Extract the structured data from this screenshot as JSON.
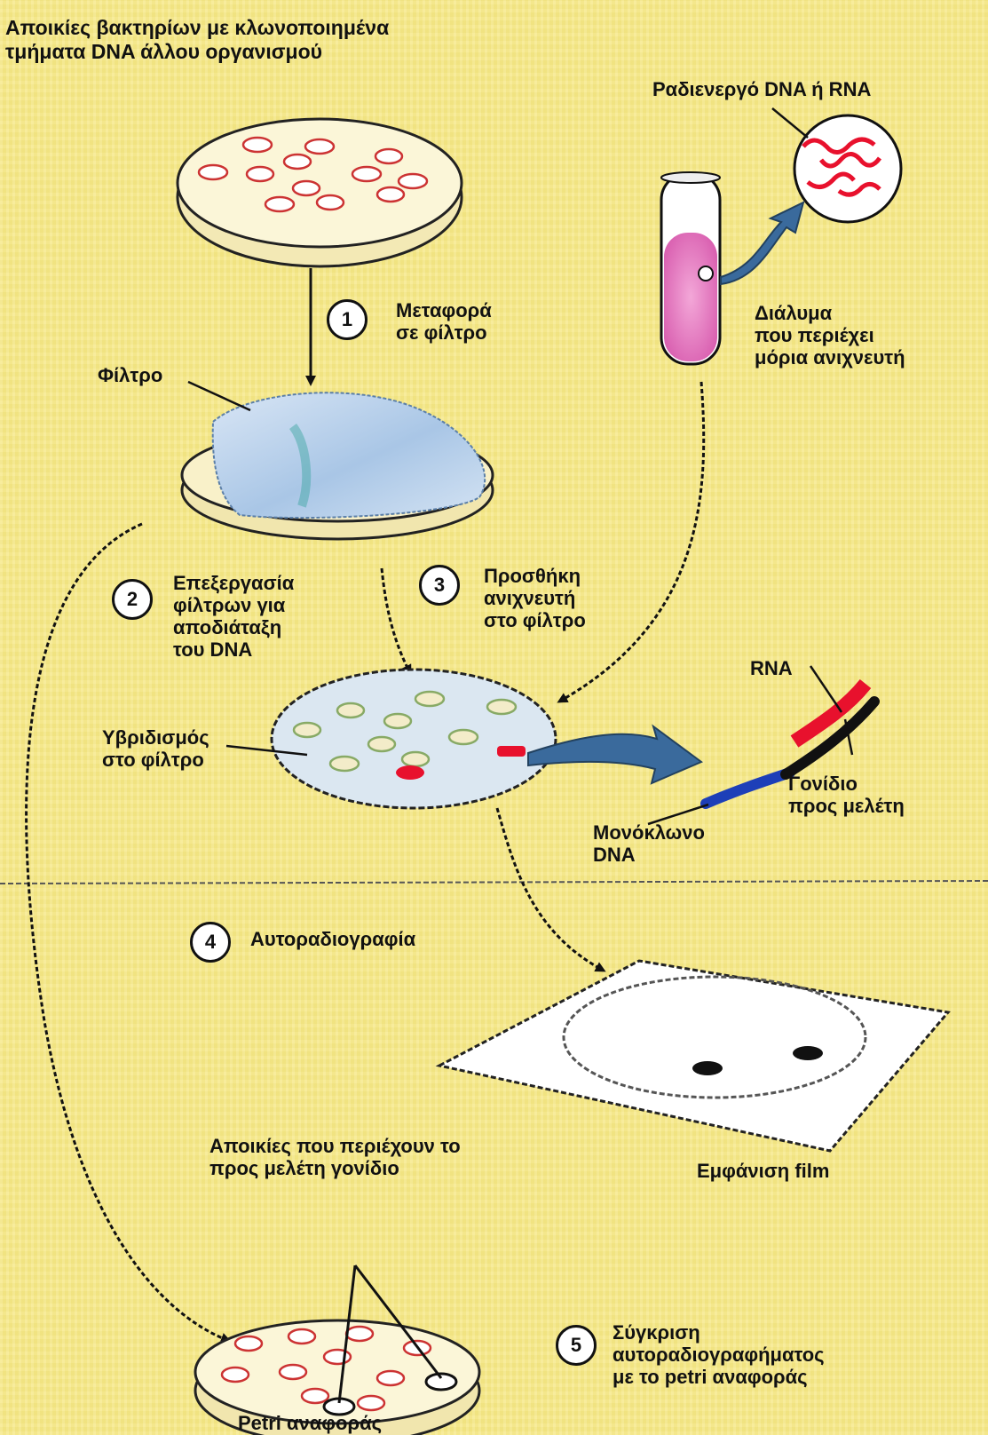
{
  "title": "Αποικίες βακτηρίων με κλωνοποιημένα\nτμήματα DNA άλλου οργανισμού",
  "labels": {
    "radioactive": "Ραδιενεργό DNA ή RNA",
    "solution": "Διάλυμα\nπου περιέχει\nμόρια ανιχνευτή",
    "filter": "Φίλτρο",
    "hybridization": "Υβριδισμός\nστο φίλτρο",
    "rna": "RNA",
    "gene": "Γονίδιο\nπρος μελέτη",
    "single_strand": "Μονόκλωνο\nDNA",
    "colonies_gene": "Αποικίες που περιέχουν το\nπρος μελέτη γονίδιο",
    "film": "Εμφάνιση film",
    "reference_petri": "Petri αναφοράς"
  },
  "steps": [
    {
      "number": "1",
      "text": "Μεταφορά\nσε φίλτρο"
    },
    {
      "number": "2",
      "text": "Επεξεργασία\nφίλτρων για\nαποδιάταξη\nτου DNA"
    },
    {
      "number": "3",
      "text": "Προσθήκη\nανιχνευτή\nστο φίλτρο"
    },
    {
      "number": "4",
      "text": "Αυτοραδιογραφία"
    },
    {
      "number": "5",
      "text": "Σύγκριση\nαυτοραδιογραφήματος\nμε το petri αναφοράς"
    }
  ],
  "colors": {
    "background": "#f6e98a",
    "probe": "#e8112d",
    "dna_strand": "#1d3fb8",
    "arrow_blue": "#3a6a9c",
    "tube_liquid": "#d95fb0",
    "filter": "#b9d2ec"
  }
}
